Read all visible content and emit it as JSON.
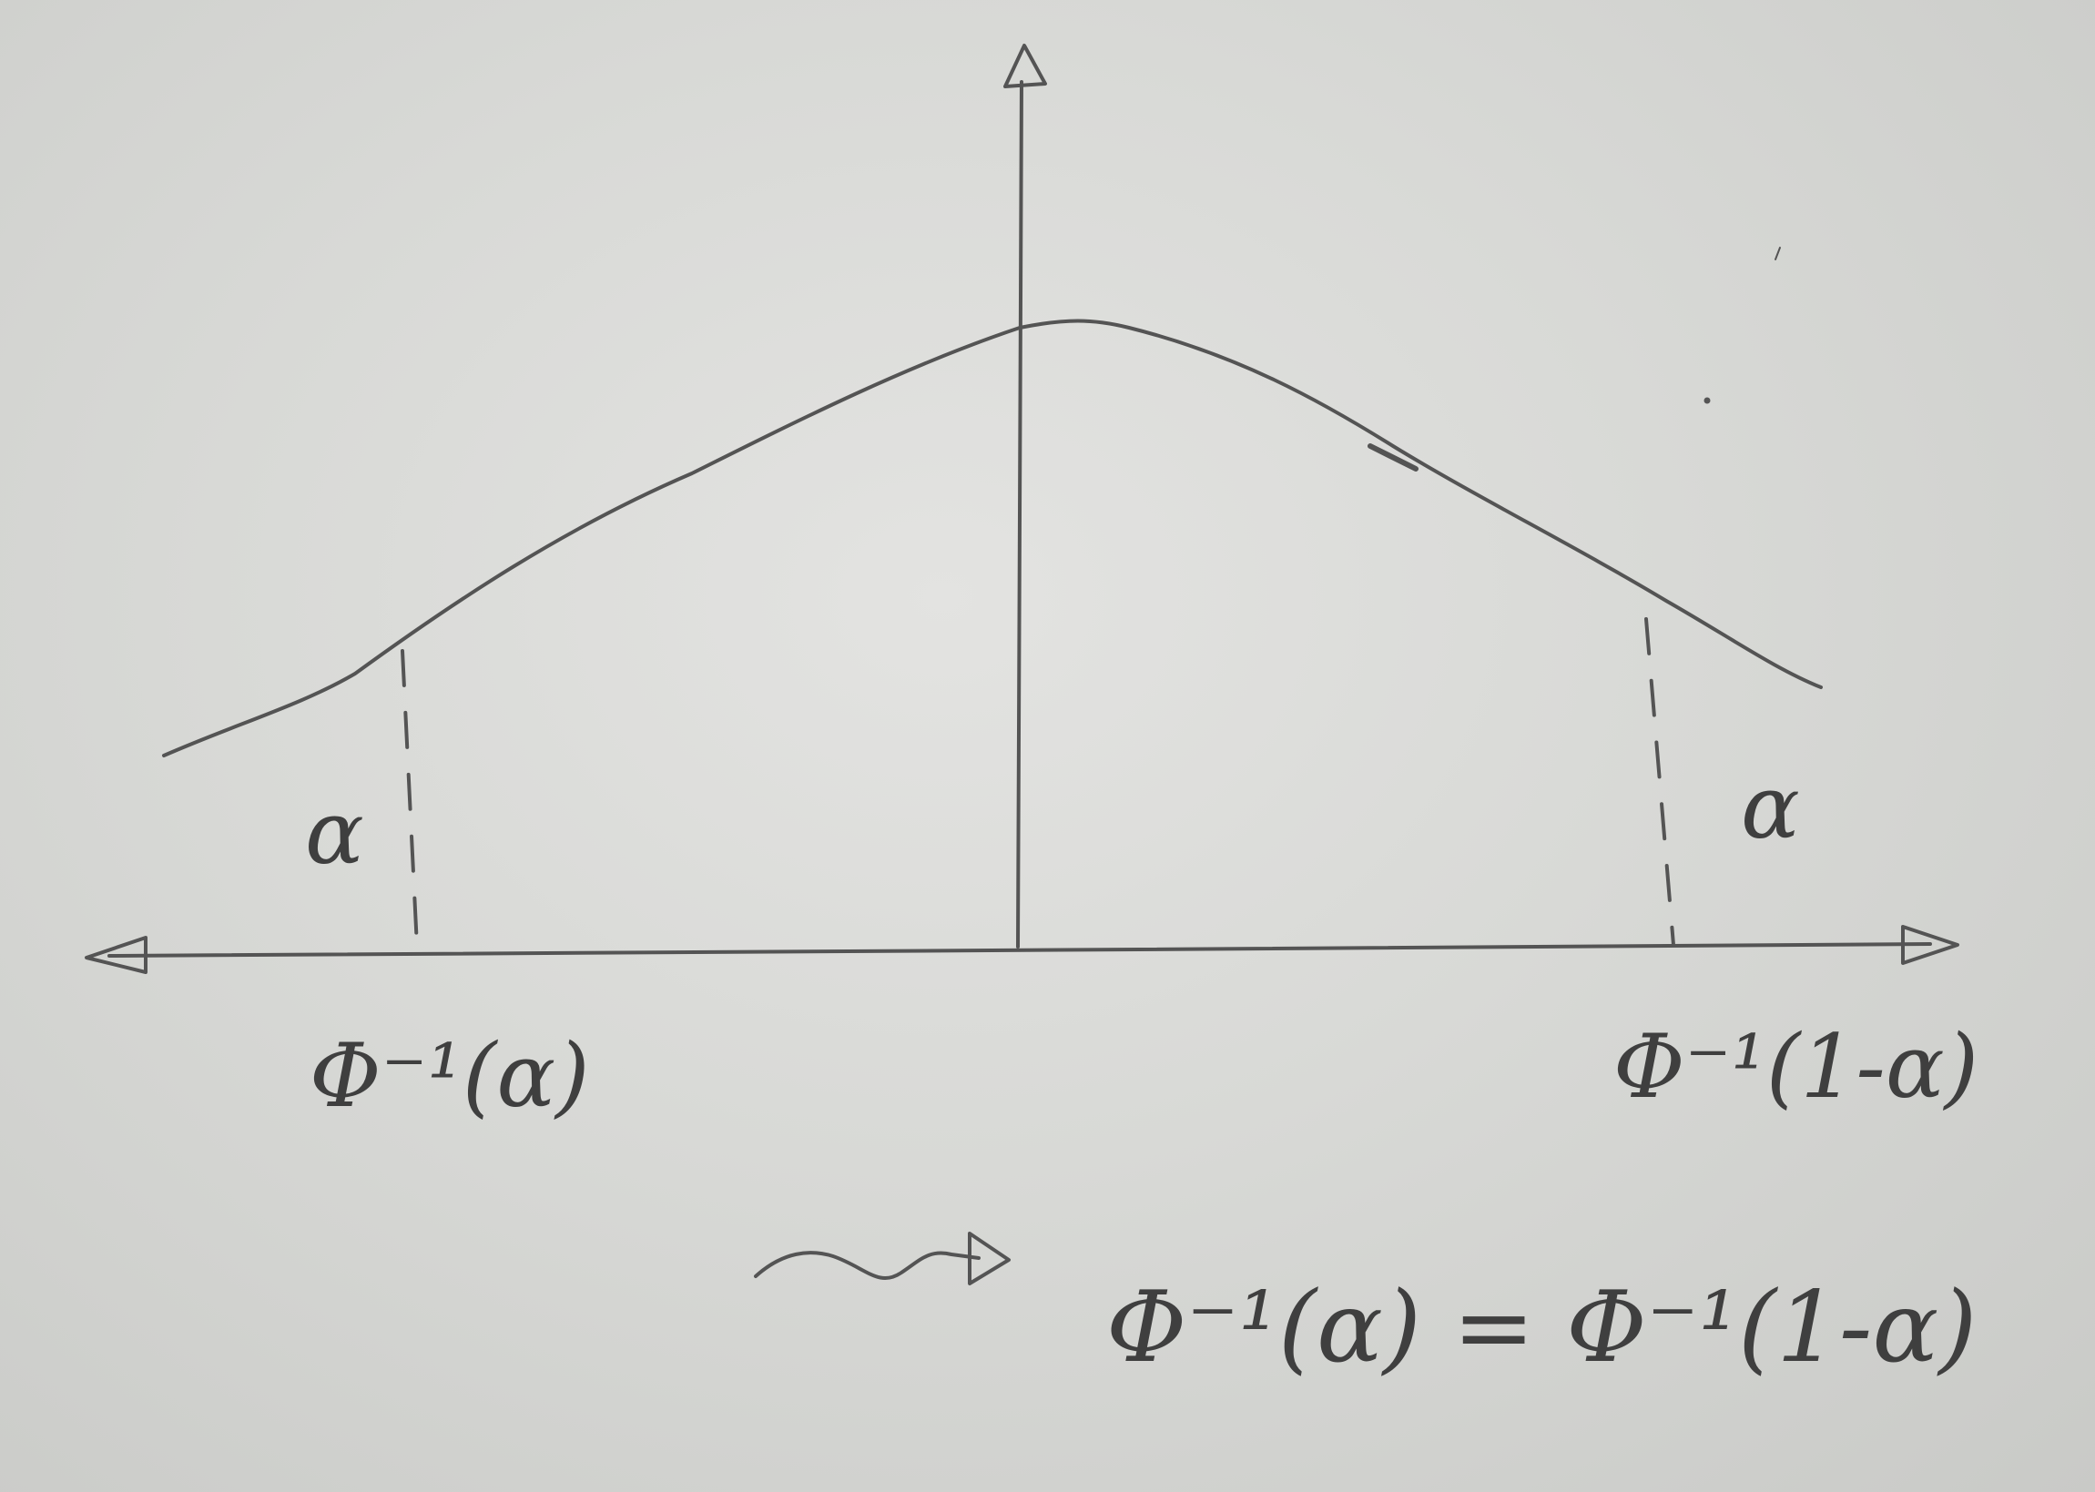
{
  "diagram": {
    "left_tail_label": "α",
    "right_tail_label": "α",
    "left_tick_label": "Φ⁻¹(α)",
    "right_tick_label": "Φ⁻¹(1-α)",
    "conclusion": "Φ⁻¹(α) = Φ⁻¹(1-α)"
  }
}
